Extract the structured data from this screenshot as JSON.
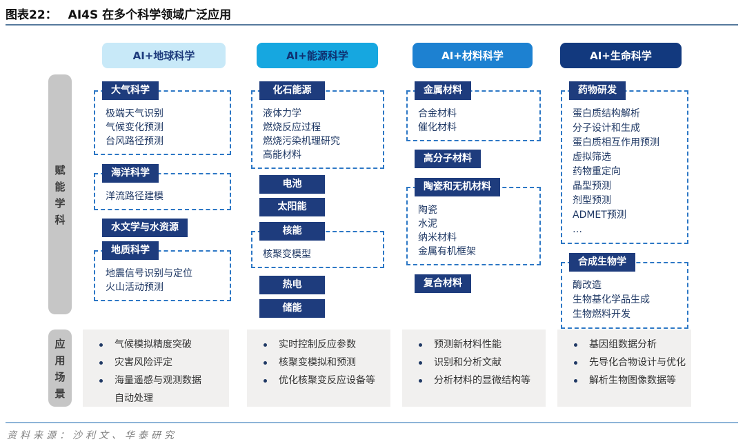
{
  "page": {
    "title_prefix": "图表22：",
    "title": "AI4S 在多个科学领域广泛应用",
    "source": "资料来源：沙利文、华泰研究"
  },
  "colors": {
    "badge_navy": "#1e3c7d",
    "header_earth_bg": "#c8e9f8",
    "header_energy_bg": "#16a7e0",
    "header_material_bg": "#1d81d1",
    "header_life_bg": "#12397e",
    "dashed_border_blue": "#2c77c5",
    "side_bar_gray": "#c6c6c6",
    "scenario_box_gray": "#f1f0ef"
  },
  "side_labels": {
    "disciplines": "赋能学科",
    "scenarios": "应用场景"
  },
  "columns": [
    {
      "header": "AI+地球科学",
      "groups": [
        {
          "badge": "大气科学",
          "items": [
            "极端天气识别",
            "气候变化预测",
            "台风路径预测"
          ]
        },
        {
          "badge": "海洋科学",
          "items": [
            "洋流路径建模"
          ]
        },
        {
          "badge": "水文学与水资源",
          "items": []
        },
        {
          "badge": "地质科学",
          "items": [
            "地震信号识别与定位",
            "火山活动预测"
          ]
        }
      ],
      "scenarios": [
        "气候模拟精度突破",
        "灾害风险评定",
        "海量遥感与观测数据自动处理"
      ]
    },
    {
      "header": "AI+能源科学",
      "groups": [
        {
          "badge": "化石能源",
          "items": [
            "液体力学",
            "燃烧反应过程",
            "燃烧污染机理研究",
            "高能材料"
          ]
        },
        {
          "badge": "电池",
          "items": []
        },
        {
          "badge": "太阳能",
          "items": []
        },
        {
          "badge": "核能",
          "items": [
            "核聚变模型"
          ]
        },
        {
          "badge": "热电",
          "items": []
        },
        {
          "badge": "储能",
          "items": []
        }
      ],
      "scenarios": [
        "实时控制反应参数",
        "核聚变模拟和预测",
        "优化核聚变反应设备等"
      ]
    },
    {
      "header": "AI+材料科学",
      "groups": [
        {
          "badge": "金属材料",
          "items": [
            "合金材料",
            "催化材料"
          ]
        },
        {
          "badge": "高分子材料",
          "items": []
        },
        {
          "badge": "陶瓷和无机材料",
          "items": [
            "陶瓷",
            "水泥",
            "纳米材料",
            "金属有机框架"
          ]
        },
        {
          "badge": "复合材料",
          "items": []
        }
      ],
      "scenarios": [
        "预测新材料性能",
        "识别和分析文献",
        "分析材料的显微结构等"
      ]
    },
    {
      "header": "AI+生命科学",
      "groups": [
        {
          "badge": "药物研发",
          "items": [
            "蛋白质结构解析",
            "分子设计和生成",
            "蛋白质相互作用预测",
            "虚拟筛选",
            "药物重定向",
            "晶型预测",
            "剂型预测",
            "ADMET预测",
            "…"
          ]
        },
        {
          "badge": "合成生物学",
          "items": [
            "酶改造",
            "生物基化学品生成",
            "生物燃料开发"
          ]
        }
      ],
      "scenarios": [
        "基因组数据分析",
        "先导化合物设计与优化",
        "解析生物图像数据等"
      ]
    }
  ]
}
